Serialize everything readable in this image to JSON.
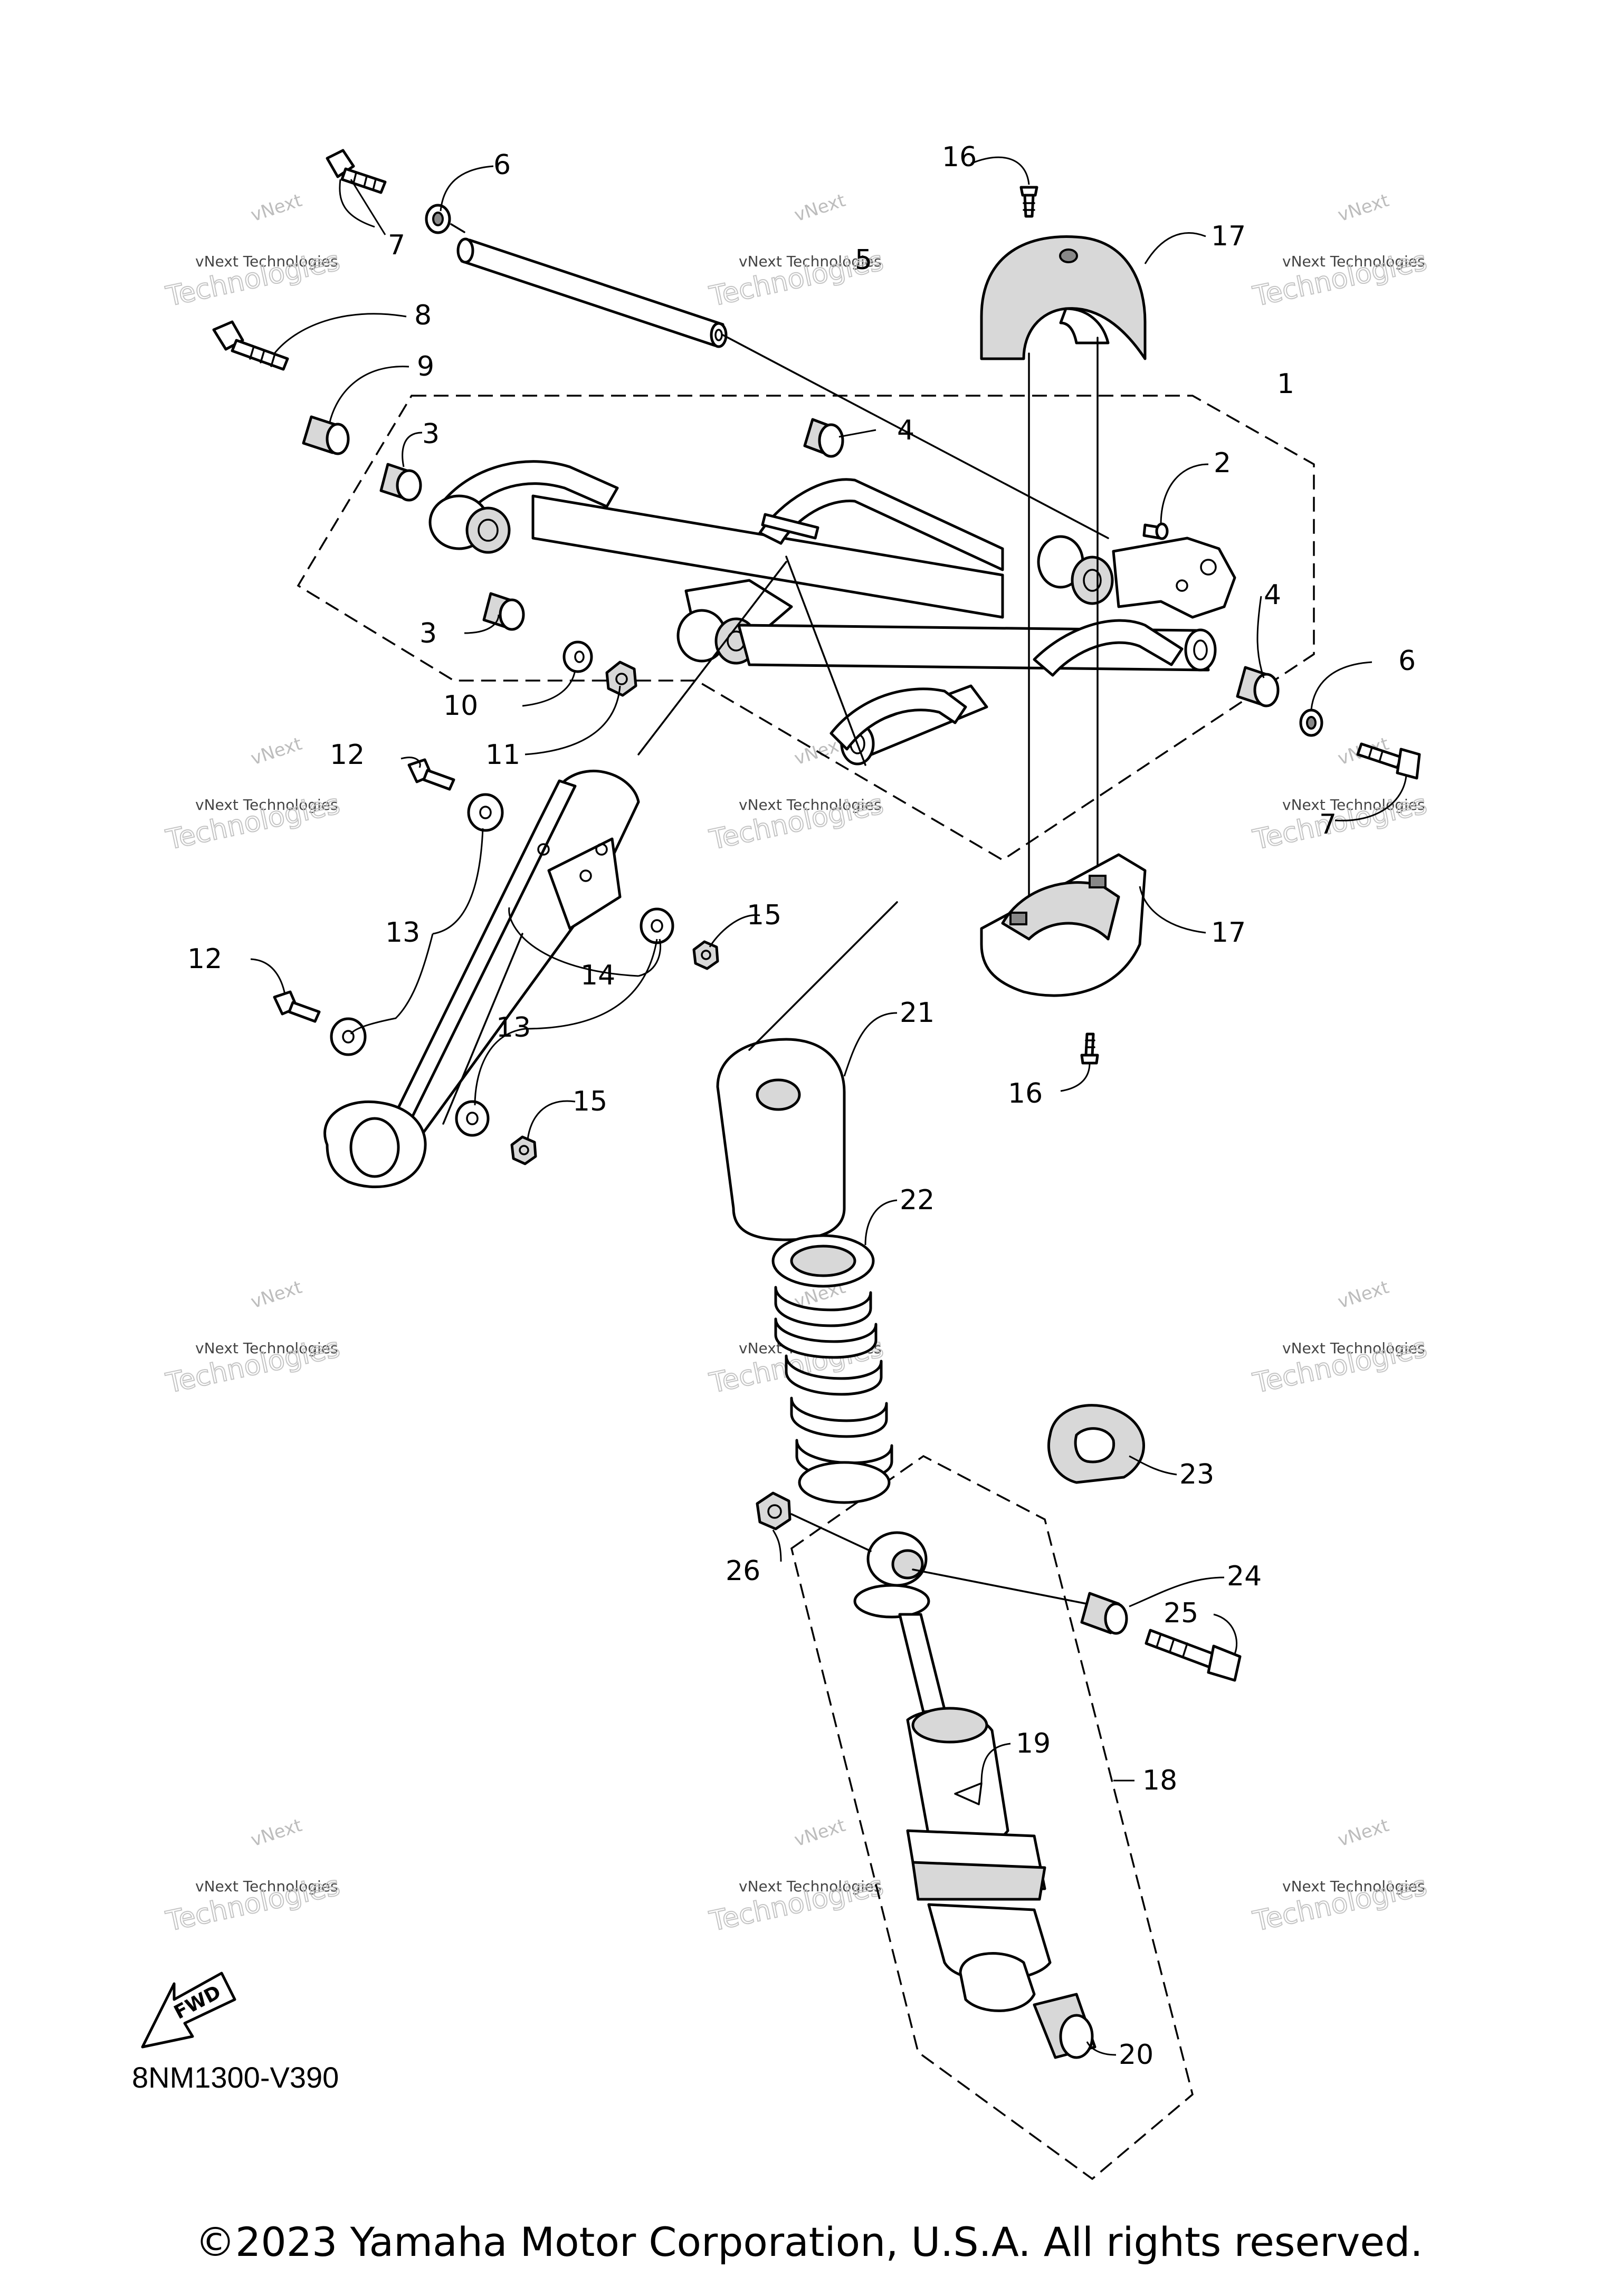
{
  "diagram": {
    "code": "8NM1300-V390",
    "copyright": "©2023 Yamaha Motor Corporation, U.S.A. All rights reserved.",
    "fwd_label": "FWD",
    "watermark": {
      "line1": "vNext",
      "line2": "vNext Technologies",
      "line3": "Technologies"
    },
    "callouts": [
      "1",
      "2",
      "3",
      "3",
      "4",
      "4",
      "5",
      "6",
      "6",
      "7",
      "7",
      "8",
      "9",
      "10",
      "11",
      "12",
      "12",
      "13",
      "13",
      "14",
      "15",
      "15",
      "16",
      "16",
      "17",
      "17",
      "18",
      "19",
      "20",
      "21",
      "22",
      "23",
      "24",
      "25",
      "26"
    ]
  }
}
